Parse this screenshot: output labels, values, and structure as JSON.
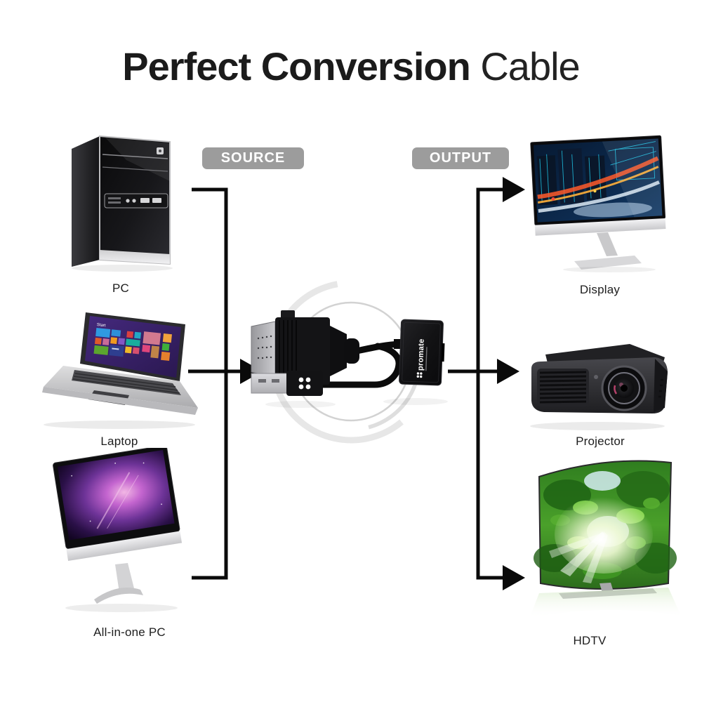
{
  "title": {
    "emphasis": "Perfect Conversion",
    "regular": "Cable"
  },
  "badges": {
    "source": "SOURCE",
    "output": "OUTPUT"
  },
  "source_devices": [
    {
      "label": "PC"
    },
    {
      "label": "Laptop",
      "screen_text": "Start"
    },
    {
      "label": "All-in-one PC"
    }
  ],
  "output_devices": [
    {
      "label": "Display"
    },
    {
      "label": "Projector"
    },
    {
      "label": "HDTV"
    }
  ],
  "adapter": {
    "brand": "promate"
  },
  "colors": {
    "line": "#0a0a0a",
    "badge_bg": "#9c9c9c",
    "badge_text": "#ffffff",
    "title_text": "#1b1b1b",
    "label_text": "#1d1d1d",
    "circle_outer": "#e7e7e7",
    "circle_mid": "#dedede",
    "circle_inner": "#d2d2d2"
  }
}
